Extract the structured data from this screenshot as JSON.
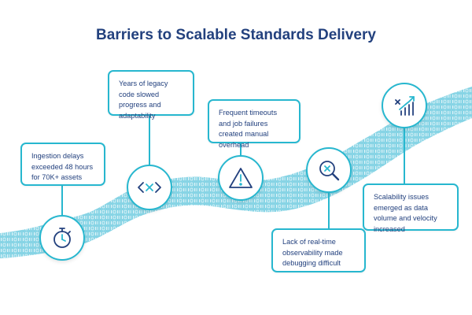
{
  "title": "Barriers to Scalable Standards Delivery",
  "colors": {
    "title": "#23417e",
    "accent": "#27b7cf",
    "band": "#7fd1e3",
    "text": "#23417e"
  },
  "barriers": [
    {
      "icon": "stopwatch-icon",
      "text": "Ingestion delays exceeded 48 hours for 70K+ assets"
    },
    {
      "icon": "code-brackets-icon",
      "text": "Years of legacy code slowed progress and adaptability"
    },
    {
      "icon": "warning-triangle-icon",
      "text": "Frequent timeouts and job failures created manual overhead"
    },
    {
      "icon": "magnifier-x-icon",
      "text": "Lack of real-time observability made debugging difficult"
    },
    {
      "icon": "growth-chart-icon",
      "text": "Scalability issues emerged as data volume and velocity increased"
    }
  ]
}
